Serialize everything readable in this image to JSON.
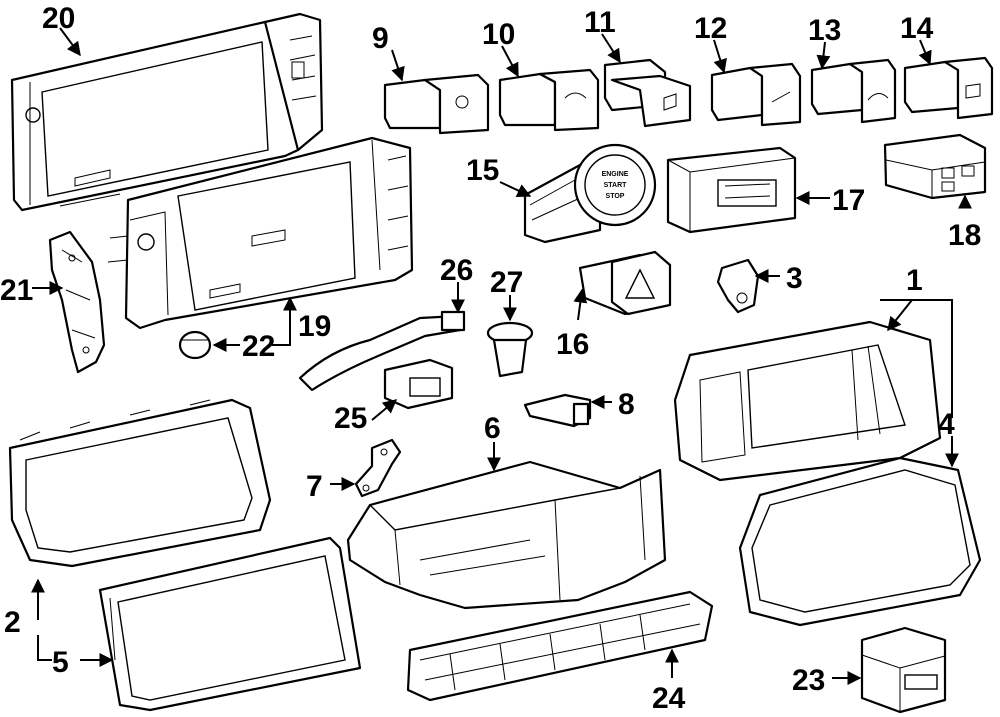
{
  "callouts": [
    {
      "id": "1",
      "text": "1"
    },
    {
      "id": "2",
      "text": "2"
    },
    {
      "id": "3",
      "text": "3"
    },
    {
      "id": "4",
      "text": "4"
    },
    {
      "id": "5",
      "text": "5"
    },
    {
      "id": "6",
      "text": "6"
    },
    {
      "id": "7",
      "text": "7"
    },
    {
      "id": "8",
      "text": "8"
    },
    {
      "id": "9",
      "text": "9"
    },
    {
      "id": "10",
      "text": "10"
    },
    {
      "id": "11",
      "text": "11"
    },
    {
      "id": "12",
      "text": "12"
    },
    {
      "id": "13",
      "text": "13"
    },
    {
      "id": "14",
      "text": "14"
    },
    {
      "id": "15",
      "text": "15"
    },
    {
      "id": "16",
      "text": "16"
    },
    {
      "id": "17",
      "text": "17"
    },
    {
      "id": "18",
      "text": "18"
    },
    {
      "id": "19",
      "text": "19"
    },
    {
      "id": "20",
      "text": "20"
    },
    {
      "id": "21",
      "text": "21"
    },
    {
      "id": "22",
      "text": "22"
    },
    {
      "id": "23",
      "text": "23"
    },
    {
      "id": "24",
      "text": "24"
    },
    {
      "id": "25",
      "text": "25"
    },
    {
      "id": "26",
      "text": "26"
    },
    {
      "id": "27",
      "text": "27"
    }
  ],
  "start_button": {
    "line1": "ENGINE",
    "line2": "START",
    "line3": "STOP"
  }
}
